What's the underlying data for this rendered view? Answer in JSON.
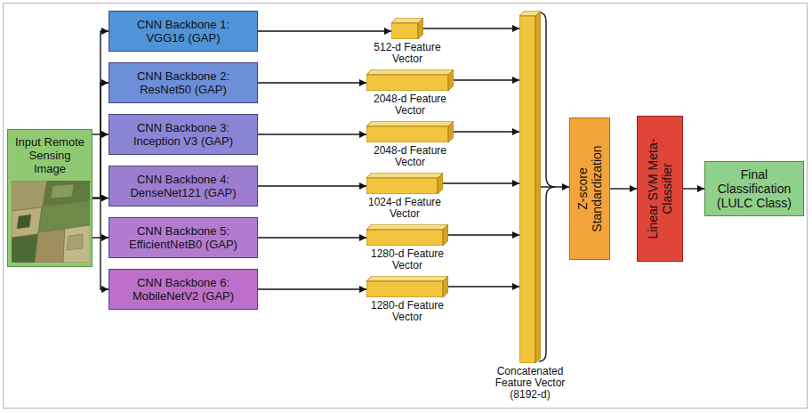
{
  "diagram": {
    "nodes": [
      {
        "text": [
          "Input Remote Sensing Image"
        ]
      },
      {
        "text": [
          "CNN Backbone 1: VGG16 (GAP)"
        ]
      },
      {
        "text": [
          "CNN Backbone 2: ResNet50 (GAP)"
        ]
      },
      {
        "text": [
          "CNN Backbone 3: Inception V3 (GAP)"
        ]
      },
      {
        "text": [
          "CNN Backbone 4: DenseNet121 (GAP)"
        ]
      },
      {
        "text": [
          "CNN Backbone 5: EfficientNetB0 (GAP)"
        ]
      },
      {
        "text": [
          "CNN Backbone 6: MobileNetV2 (GAP)"
        ]
      },
      {
        "text": [
          "512-d Feature Vector"
        ]
      },
      {
        "text": [
          "2048-d Feature Vector"
        ]
      },
      {
        "text": [
          "2048-d Feature Vector"
        ]
      },
      {
        "text": [
          "1024-d Feature Vector"
        ]
      },
      {
        "text": [
          "1280-d Feature Vector"
        ]
      },
      {
        "text": [
          "1280-d Feature Vector"
        ]
      },
      {
        "text": [
          "Concatenated Feature Vector (8192-d)"
        ]
      },
      {
        "text": [
          "Z-score Standardization"
        ]
      },
      {
        "text": [
          "Linear SVM Meta-Classifier"
        ]
      },
      {
        "text": [
          "Final Classification (LULC Class)"
        ]
      }
    ],
    "edges": [
      {
        "from": 0,
        "to": 1,
        "arrow": "to"
      },
      {
        "from": 0,
        "to": 2,
        "arrow": "to"
      },
      {
        "from": 0,
        "to": 3,
        "arrow": "to"
      },
      {
        "from": 0,
        "to": 4,
        "arrow": "to"
      },
      {
        "from": 0,
        "to": 5,
        "arrow": "to"
      },
      {
        "from": 0,
        "to": 6,
        "arrow": "to"
      },
      {
        "from": 1,
        "to": 7,
        "arrow": "to"
      },
      {
        "from": 2,
        "to": 8,
        "arrow": "to"
      },
      {
        "from": 3,
        "to": 9,
        "arrow": "to"
      },
      {
        "from": 4,
        "to": 10,
        "arrow": "to"
      },
      {
        "from": 5,
        "to": 11,
        "arrow": "to"
      },
      {
        "from": 6,
        "to": 12,
        "arrow": "to"
      },
      {
        "from": 7,
        "to": 13,
        "arrow": "to"
      },
      {
        "from": 8,
        "to": 13,
        "arrow": "to"
      },
      {
        "from": 9,
        "to": 13,
        "arrow": "to"
      },
      {
        "from": 10,
        "to": 13,
        "arrow": "to"
      },
      {
        "from": 11,
        "to": 13,
        "arrow": "to"
      },
      {
        "from": 12,
        "to": 13,
        "arrow": "to"
      },
      {
        "from": 13,
        "to": 14,
        "arrow": "to"
      },
      {
        "from": 14,
        "to": 15,
        "arrow": "to"
      },
      {
        "from": 15,
        "to": 16,
        "arrow": "to"
      }
    ]
  }
}
